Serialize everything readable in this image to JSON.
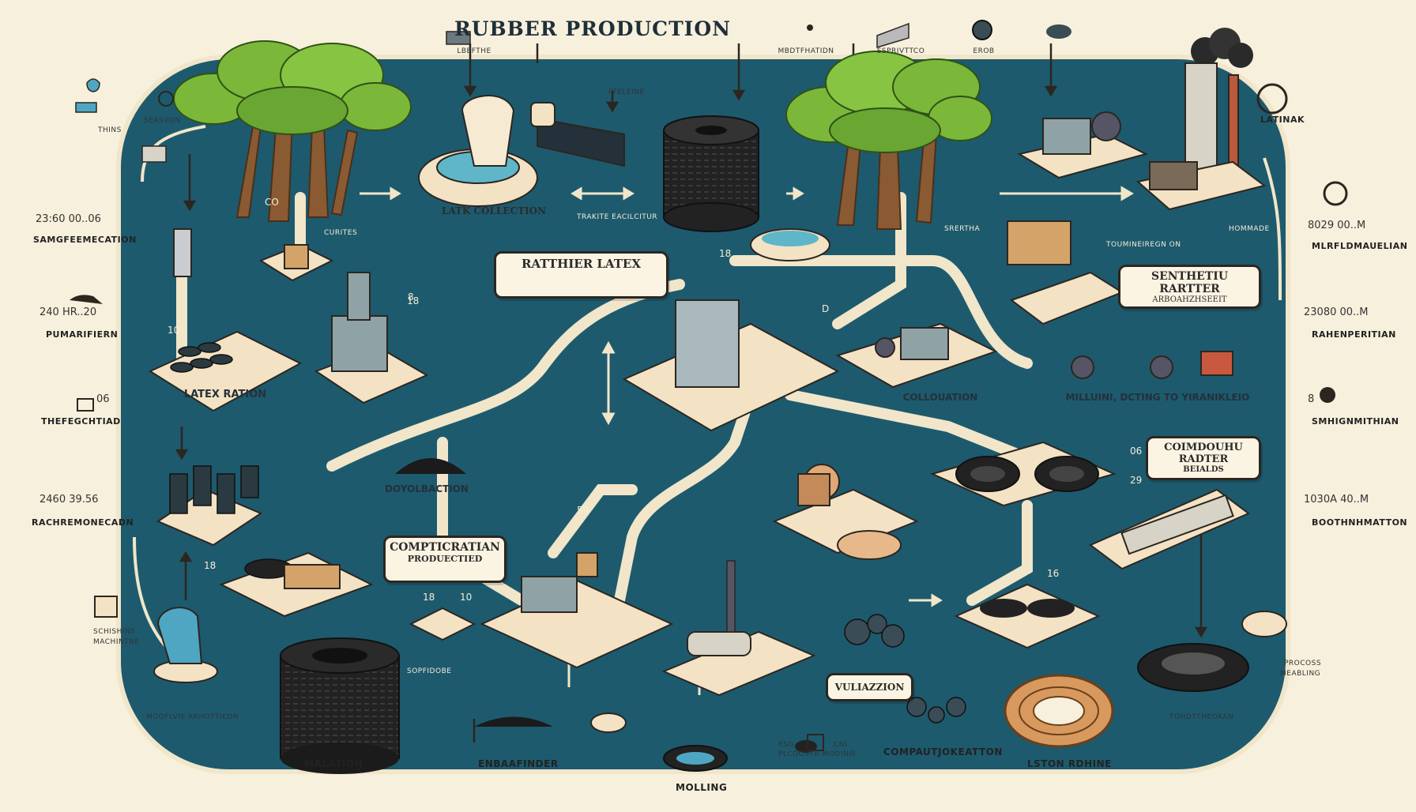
{
  "title": "RUBBER PRODUCTION",
  "colors": {
    "board": "#1d5a6e",
    "cream": "#f7f0dc",
    "path": "#f1e6c9",
    "tree": "#7bb83a",
    "trunk": "#8a5a33",
    "rubber": "#222222"
  },
  "top_labels": [
    "LBEFTHE",
    "MBDTFHATIDN",
    "SSPRIVTTCO",
    "EROB"
  ],
  "process_labels": {
    "latex_collection": "LATK COLLECTION",
    "rather_latex": "RATTHIER LATEX",
    "synthetic_rubber": "SENTHETIU RARTTER",
    "synthetic_sub": "ARBOAHZHSEEIT",
    "latex_ration": "LATEX RATION",
    "collocation": "COLLOUATION",
    "milling": "MILLUINI, DCTING    TO  YIRANIKLEIO",
    "compounding_rubber": "COIMDOUHU RADTER",
    "compounding_sub": "BEIALDS",
    "dovolbaction": "DOYOLBACTION",
    "compication": "COMPTICRATIAN",
    "compication_sub": "PRODUECTIED",
    "vulcanization": "VULIAZZION",
    "malation": "MALATION",
    "embafinder": "ENBAAFINDER",
    "molling": "MOLLING",
    "compaction": "COMPAUTJOKEATTON",
    "lston": "LSTON RDHINE"
  },
  "small_labels": {
    "season": "SEASVON",
    "things": "THINS",
    "curvites": "CURITES",
    "feel": "FFELEINE",
    "traffic": "TRAKITE EACILCITUR",
    "strength": "SRERTHA",
    "tournament": "TOUMINEIREGN ON",
    "homemade": "HOMMADE",
    "process_meal": "PROCOSS",
    "process_meal2": "MEABLING",
    "smoothing": "SCHISHINS",
    "smoothing2": "MACHINTNE",
    "modeling": "MOOFLVIE ARHOTTIEDN",
    "pincover": "PLCOOVFR MODINIE",
    "tollder": "TOHDTTHEOKAN",
    "vulpi": "SOPFIDOBE"
  },
  "numbers": [
    "CO",
    "10",
    "18",
    "8",
    "D",
    "18",
    "29",
    "59",
    "18",
    "10",
    "18",
    "16",
    "06"
  ],
  "sidebar_left": [
    {
      "value": "23:60 00..06",
      "head": "SAMGFEEMECATION"
    },
    {
      "value": "240 HR..20",
      "head": "PUMARIFIERN"
    },
    {
      "value": "06",
      "head": "THEFEGCHTIAD"
    },
    {
      "value": "2460 39.56",
      "head": "RACHREMONECADN"
    }
  ],
  "sidebar_right": [
    {
      "value": "LATINAK",
      "head": ""
    },
    {
      "value": "8029 00..M",
      "head": "MLRFLDMAUELIAN"
    },
    {
      "value": "23080 00..M",
      "head": "RAHENPERITIAN"
    },
    {
      "value": "8",
      "head": "SMHIGNMITHIAN"
    },
    {
      "value": "1030A 40..M",
      "head": "BOOTHNHMATTON"
    }
  ],
  "bottom_labels": [
    "MALATION",
    "ENBAAFINDER",
    "MOLLING",
    "COMPAUTJOKEATTON",
    "LSTON RDHINE"
  ],
  "bottom_codes": [
    "ESG",
    "CNI"
  ]
}
